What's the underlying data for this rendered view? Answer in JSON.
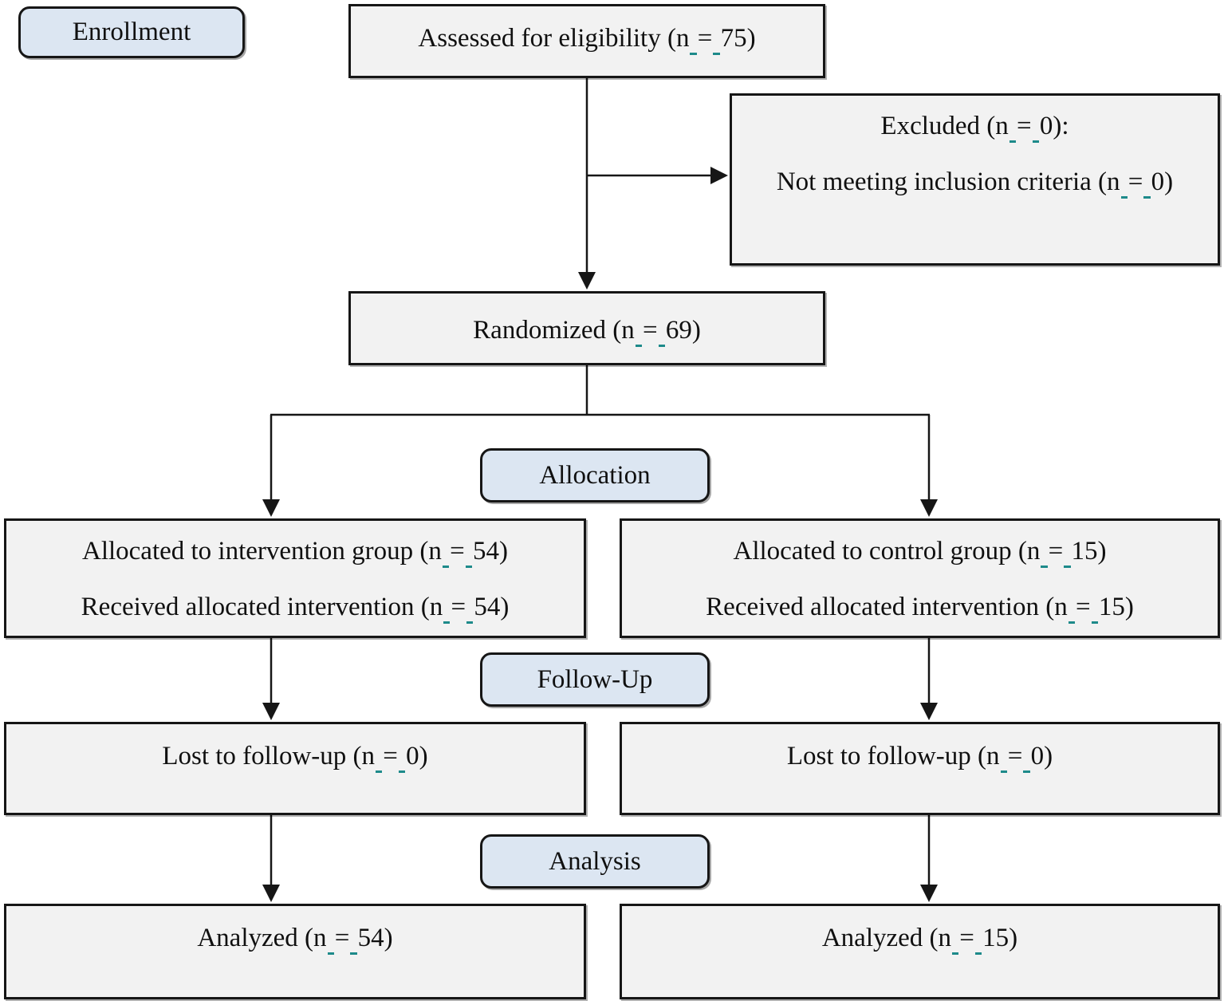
{
  "diagram": {
    "title": "CONSORT participant flow diagram",
    "stages": [
      {
        "id": "enrollment",
        "label": "Enrollment"
      },
      {
        "id": "allocation",
        "label": "Allocation"
      },
      {
        "id": "followup",
        "label": "Follow-Up"
      },
      {
        "id": "analysis",
        "label": "Analysis"
      }
    ],
    "boxes": {
      "assessed": {
        "lines": [
          "Assessed for eligibility (n = 75)"
        ]
      },
      "excluded": {
        "lines": [
          "Excluded (n = 0):",
          "Not meeting inclusion criteria (n = 0)"
        ]
      },
      "randomized": {
        "lines": [
          "Randomized (n = 69)"
        ]
      },
      "alloc_intervention": {
        "lines": [
          "Allocated to intervention group (n = 54)",
          "Received allocated intervention (n = 54)"
        ]
      },
      "alloc_control": {
        "lines": [
          "Allocated to control group (n = 15)",
          "Received allocated intervention (n = 15)"
        ]
      },
      "lost_intervention": {
        "lines": [
          "Lost to follow-up (n = 0)"
        ]
      },
      "lost_control": {
        "lines": [
          "Lost to follow-up (n = 0)"
        ]
      },
      "analyzed_intervention": {
        "lines": [
          "Analyzed (n = 54)"
        ]
      },
      "analyzed_control": {
        "lines": [
          "Analyzed (n = 15)"
        ]
      }
    },
    "counts": {
      "assessed": 75,
      "excluded": 0,
      "not_meeting_inclusion": 0,
      "randomized": 69,
      "allocated_intervention": 54,
      "received_intervention": 54,
      "allocated_control": 15,
      "received_control": 15,
      "lost_intervention": 0,
      "lost_control": 0,
      "analyzed_intervention": 54,
      "analyzed_control": 15
    },
    "colors": {
      "stage_fill": "#dce6f2",
      "box_fill": "#f2f2f2",
      "border": "#161616",
      "space_mark": "#1d8a8a"
    }
  }
}
